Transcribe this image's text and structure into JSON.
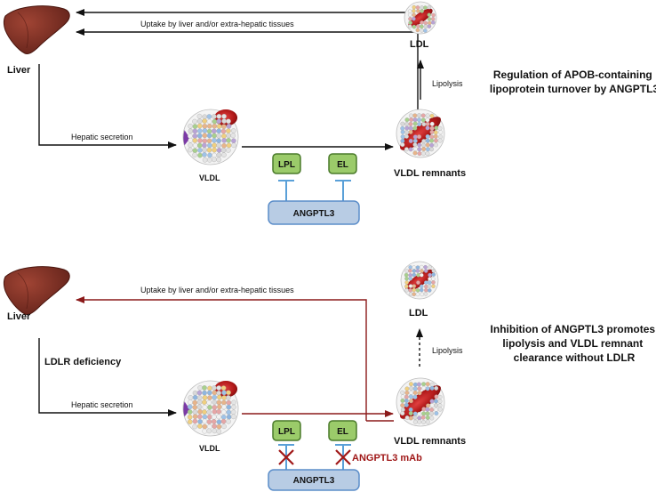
{
  "panels": [
    {
      "liver_label": "Liver",
      "ldl_label": "LDL",
      "vldl_label": "VLDL",
      "remnants_label": "VLDL remnants",
      "uptake_label": "Uptake by liver and/or extra-hepatic tissues",
      "secretion_label": "Hepatic secretion",
      "lipolysis_label": "Lipolysis",
      "lpl_label": "LPL",
      "el_label": "EL",
      "angptl3_label": "ANGPTL3",
      "side_title_lines": [
        "Regulation of APOB-containing",
        "lipoprotein turnover by ANGPTL3"
      ]
    },
    {
      "liver_label": "Liver",
      "ldl_label": "LDL",
      "vldl_label": "VLDL",
      "remnants_label": "VLDL remnants",
      "uptake_label": "Uptake by liver and/or extra-hepatic tissues",
      "secretion_label": "Hepatic secretion",
      "lipolysis_label": "Lipolysis",
      "lpl_label": "LPL",
      "el_label": "EL",
      "angptl3_label": "ANGPTL3",
      "ldlr_label": "LDLR deficiency",
      "mab_label": "ANGPTL3 mAb",
      "side_title_lines": [
        "Inhibition of ANGPTL3 promotes",
        "lipolysis and VLDL remnant",
        "clearance without LDLR"
      ]
    }
  ],
  "colors": {
    "arrow_black": "#111111",
    "arrow_red": "#8b1a1a",
    "liver": "#7a2e22",
    "enzyme_fill": "#9bcb6a",
    "enzyme_stroke": "#4a7a2a",
    "angptl3_fill": "#b8cce4",
    "angptl3_stroke": "#5b8dc9",
    "inhibit": "#5aa0d8",
    "cross": "#a01818"
  },
  "icons": [
    "liver-icon",
    "vldl-particle-icon",
    "ldl-particle-icon",
    "vldl-remnant-particle-icon"
  ]
}
